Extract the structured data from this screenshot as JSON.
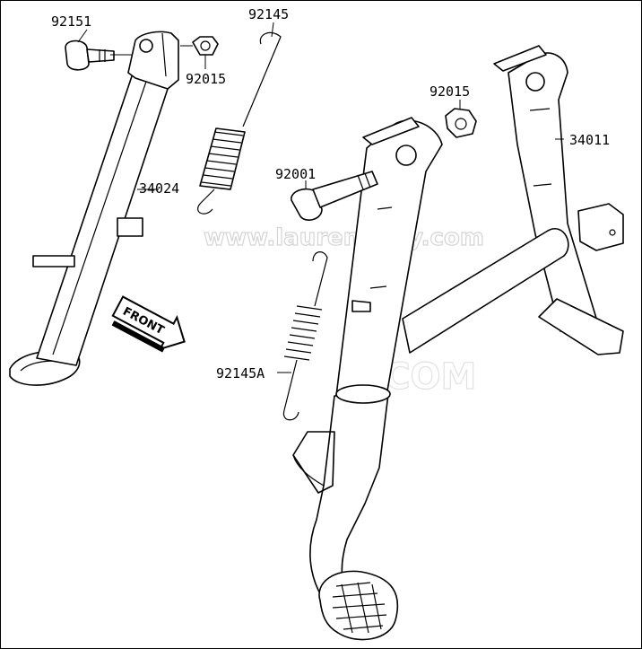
{
  "labels": {
    "p92151": "92151",
    "p92145": "92145",
    "p92015a": "92015",
    "p92015b": "92015",
    "p34011": "34011",
    "p34024": "34024",
    "p92001": "92001",
    "p92145a": "92145A"
  },
  "front_arrow": "FRONT",
  "watermark": {
    "site": "www.laurent-roy.com",
    "domain_suffix": ".COM"
  }
}
